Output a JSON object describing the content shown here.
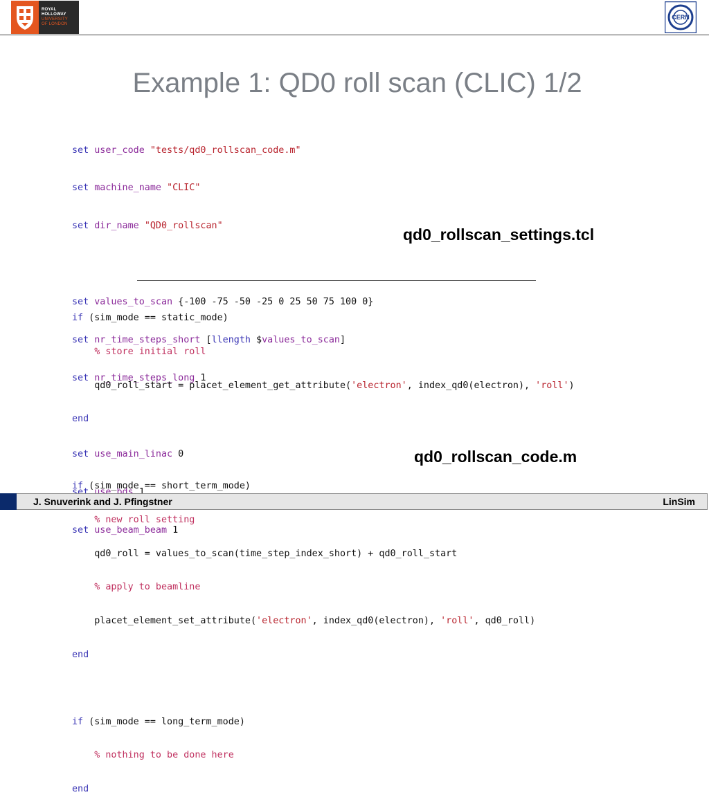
{
  "header": {
    "logo_left": {
      "lines": [
        "ROYAL",
        "HOLLOWAY",
        "UNIVERSITY",
        "OF LONDON"
      ],
      "brand_color": "#e4561f"
    },
    "logo_right": {
      "text": "CERN",
      "color": "#1d3f8f"
    }
  },
  "slide": {
    "title": "Example 1: QD0 roll scan (CLIC) 1/2"
  },
  "code_tcl": {
    "filename": "qd0_rollscan_settings.tcl",
    "lines": [
      "set user_code \"tests/qd0_rollscan_code.m\"",
      "set machine_name \"CLIC\"",
      "set dir_name \"QD0_rollscan\"",
      "",
      "set values_to_scan {-100 -75 -50 -25 0 25 50 75 100 0}",
      "set nr_time_steps_short [llength $values_to_scan]",
      "set nr_time_steps_long 1",
      "",
      "set use_main_linac 0",
      "set use_bds 1",
      "set use_beam_beam 1"
    ]
  },
  "code_m": {
    "filename": "qd0_rollscan_code.m",
    "lines": [
      "if (sim_mode == static_mode)",
      "    % store initial roll",
      "    qd0_roll_start = placet_element_get_attribute('electron', index_qd0(electron), 'roll')",
      "end",
      "",
      "if (sim_mode == short_term_mode)",
      "    % new roll setting",
      "    qd0_roll = values_to_scan(time_step_index_short) + qd0_roll_start",
      "    % apply to beamline",
      "    placet_element_set_attribute('electron', index_qd0(electron), 'roll', qd0_roll)",
      "end",
      "",
      "if (sim_mode == long_term_mode)",
      "    % nothing to be done here",
      "end"
    ]
  },
  "footer": {
    "authors": "J. Snuverink and J. Pfingstner",
    "project": "LinSim",
    "accent_color": "#0b2a6b"
  },
  "colors": {
    "title": "#7a7f86",
    "keyword": "#3a35b5",
    "variable": "#8b2a9a",
    "string": "#b8232d",
    "comment": "#c0305f"
  }
}
